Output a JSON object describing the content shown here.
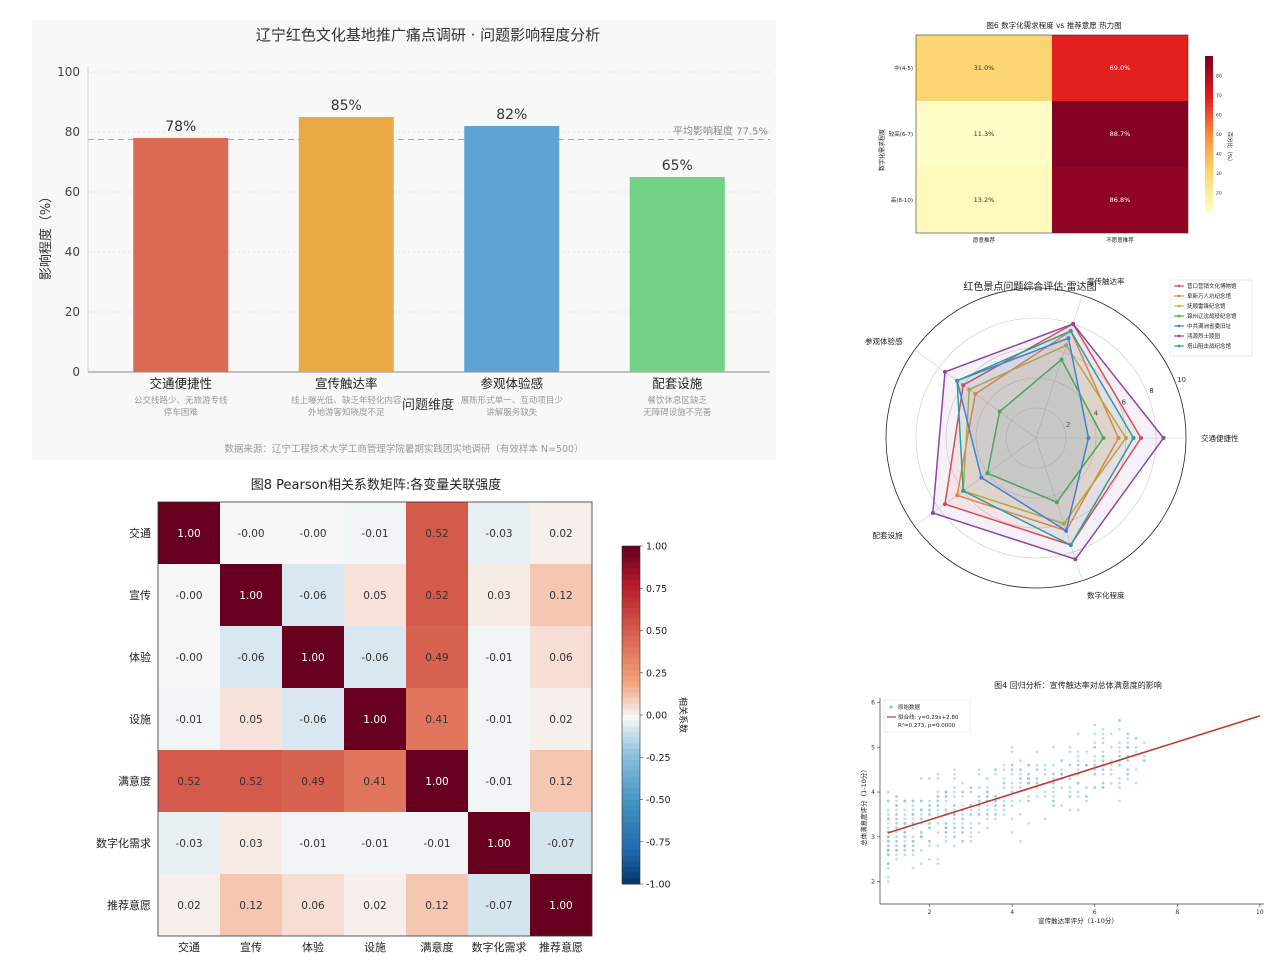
{
  "panels": {
    "bar": {
      "title": "辽宁红色文化基地推广痛点调研 · 问题影响程度分析",
      "source": "数据来源：辽宁工程技术大学工商管理学院暑期实践团实地调研（有效样本 N=500）"
    },
    "heatmap6": {
      "title": "图6  数字化需求程度 vs 推荐意愿 热力图"
    },
    "radar": {
      "title": "红色景点问题综合评估·雷达图"
    },
    "corr": {
      "title": "图8  Pearson相关系数矩阵:各变量关联强度"
    },
    "regression": {
      "title": "图4  回归分析：宣传触达率对总体满意度的影响"
    }
  },
  "chart_data": [
    {
      "type": "bar",
      "title": "辽宁红色文化基地推广痛点调研 · 问题影响程度分析",
      "xlabel": "问题维度",
      "ylabel": "影响程度（%）",
      "ylim": [
        0,
        100
      ],
      "yticks": [
        0,
        20,
        40,
        60,
        80,
        100
      ],
      "categories": [
        "交通便捷性",
        "宣传触达率",
        "参观体验感",
        "配套设施"
      ],
      "descriptions": [
        [
          "公交线路少、无旅游专线",
          "停车困难"
        ],
        [
          "线上曝光低、缺乏年轻化内容",
          "外地游客知晓度不足"
        ],
        [
          "展陈形式单一、互动项目少",
          "讲解服务缺失"
        ],
        [
          "餐饮休息区缺乏",
          "无障碍设施不完善"
        ]
      ],
      "values": [
        78,
        85,
        82,
        65
      ],
      "value_labels": [
        "78%",
        "85%",
        "82%",
        "65%"
      ],
      "colors": [
        "#dc6b55",
        "#eba946",
        "#5fa2d4",
        "#73d186"
      ],
      "reference_line": {
        "value": 77.5,
        "label": "平均影响程度 77.5%"
      },
      "grid": true
    },
    {
      "type": "heatmap",
      "title": "图6  数字化需求程度 vs 推荐意愿 热力图",
      "ylabel": "数字化需求程度",
      "rows": [
        "中(4-5)",
        "较高(6-7)",
        "高(8-10)"
      ],
      "cols": [
        "愿意推荐",
        "不愿意推荐"
      ],
      "values": [
        [
          31.0,
          69.0
        ],
        [
          11.3,
          88.7
        ],
        [
          13.2,
          86.8
        ]
      ],
      "value_labels": [
        [
          "31.0%",
          "69.0%"
        ],
        [
          "11.3%",
          "88.7%"
        ],
        [
          "13.2%",
          "86.8%"
        ]
      ],
      "colorbar": {
        "label": "百分比（%）",
        "ticks": [
          20,
          30,
          40,
          50,
          60,
          70,
          80
        ]
      }
    },
    {
      "type": "radar",
      "title": "红色景点问题综合评估·雷达图",
      "axes": [
        "交通便捷性",
        "宣传触达率",
        "参观体验感",
        "配套设施",
        "数字化程度"
      ],
      "rlim": [
        0,
        10
      ],
      "rticks": [
        2,
        4,
        6,
        8,
        10
      ],
      "series": [
        {
          "name": "营口营销文化博物馆",
          "color": "#d9534f",
          "values": [
            7.0,
            8.0,
            6.0,
            7.5,
            7.5
          ]
        },
        {
          "name": "阜新万人坑纪念馆",
          "color": "#f08a38",
          "values": [
            5.5,
            7.5,
            5.0,
            6.5,
            6.5
          ]
        },
        {
          "name": "抚顺雷锋纪念馆",
          "color": "#c9b02c",
          "values": [
            6.0,
            6.5,
            5.5,
            6.0,
            6.0
          ]
        },
        {
          "name": "锦州辽沈战役纪念馆",
          "color": "#4caf50",
          "values": [
            4.5,
            5.5,
            3.0,
            4.0,
            4.5
          ]
        },
        {
          "name": "中共满洲省委旧址",
          "color": "#3d85d6",
          "values": [
            3.5,
            7.0,
            6.5,
            4.5,
            6.5
          ]
        },
        {
          "name": "鸿源烈士陵园",
          "color": "#8e44ad",
          "values": [
            8.5,
            8.0,
            7.5,
            8.5,
            8.5
          ]
        },
        {
          "name": "塔山阻击战纪念馆",
          "color": "#2aa198",
          "values": [
            6.5,
            7.5,
            6.5,
            6.0,
            7.5
          ]
        }
      ]
    },
    {
      "type": "heatmap",
      "title": "图8  Pearson相关系数矩阵:各变量关联强度",
      "labels": [
        "交通",
        "宣传",
        "体验",
        "设施",
        "满意度",
        "数字化需求",
        "推荐意愿"
      ],
      "values": [
        [
          1.0,
          -0.0,
          -0.0,
          -0.01,
          0.52,
          -0.03,
          0.02
        ],
        [
          -0.0,
          1.0,
          -0.06,
          0.05,
          0.52,
          0.03,
          0.12
        ],
        [
          -0.0,
          -0.06,
          1.0,
          -0.06,
          0.49,
          -0.01,
          0.06
        ],
        [
          -0.01,
          0.05,
          -0.06,
          1.0,
          0.41,
          -0.01,
          0.02
        ],
        [
          0.52,
          0.52,
          0.49,
          0.41,
          1.0,
          -0.01,
          0.12
        ],
        [
          -0.03,
          0.03,
          -0.01,
          -0.01,
          -0.01,
          1.0,
          -0.07
        ],
        [
          0.02,
          0.12,
          0.06,
          0.02,
          0.12,
          -0.07,
          1.0
        ]
      ],
      "value_labels": [
        [
          "1.00",
          "-0.00",
          "-0.00",
          "-0.01",
          "0.52",
          "-0.03",
          "0.02"
        ],
        [
          "-0.00",
          "1.00",
          "-0.06",
          "0.05",
          "0.52",
          "0.03",
          "0.12"
        ],
        [
          "-0.00",
          "-0.06",
          "1.00",
          "-0.06",
          "0.49",
          "-0.01",
          "0.06"
        ],
        [
          "-0.01",
          "0.05",
          "-0.06",
          "1.00",
          "0.41",
          "-0.01",
          "0.02"
        ],
        [
          "0.52",
          "0.52",
          "0.49",
          "0.41",
          "1.00",
          "-0.01",
          "0.12"
        ],
        [
          "-0.03",
          "0.03",
          "-0.01",
          "-0.01",
          "-0.01",
          "1.00",
          "-0.07"
        ],
        [
          "0.02",
          "0.12",
          "0.06",
          "0.02",
          "0.12",
          "-0.07",
          "1.00"
        ]
      ],
      "colorbar": {
        "label": "相关系数",
        "ticks": [
          1.0,
          0.75,
          0.5,
          0.25,
          0.0,
          -0.25,
          -0.5,
          -0.75,
          -1.0
        ],
        "tick_labels": [
          "1.00",
          "0.75",
          "0.50",
          "0.25",
          "0.00",
          "-0.25",
          "-0.50",
          "-0.75",
          "-1.00"
        ]
      }
    },
    {
      "type": "scatter",
      "title": "图4  回归分析：宣传触达率对总体满意度的影响",
      "xlabel": "宣传触达率评分（1-10分）",
      "ylabel": "总体满意度评分（1-10分）",
      "xlim": [
        0.8,
        10.1
      ],
      "ylim": [
        1.5,
        6.1
      ],
      "xticks": [
        2,
        4,
        6,
        8,
        10
      ],
      "yticks": [
        2,
        3,
        4,
        5,
        6
      ],
      "legend": [
        "原始数据",
        "拟合线: y=0.29x+2.80",
        "R²=0.273, p=0.0000"
      ],
      "fit": {
        "slope": 0.29,
        "intercept": 2.8,
        "x_range": [
          1,
          10
        ]
      },
      "point_count": 500
    }
  ]
}
